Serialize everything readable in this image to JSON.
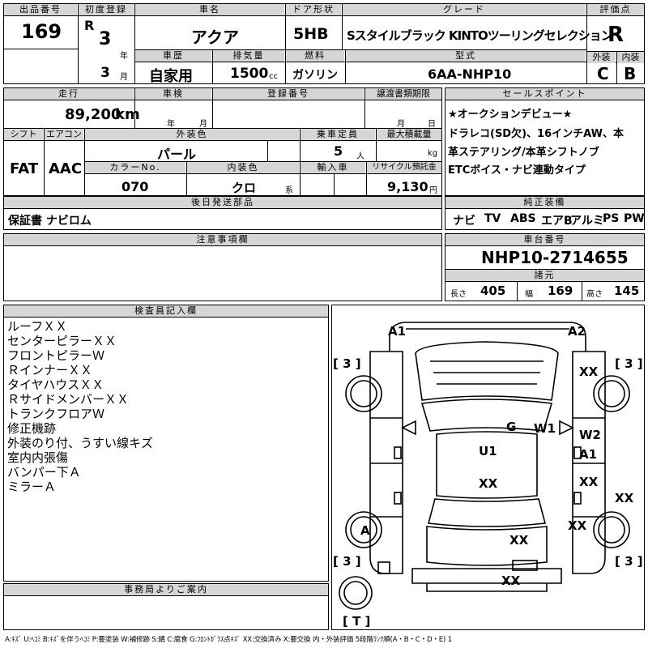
{
  "header": {
    "lot_label": "出品番号",
    "lot_value": "169",
    "first_reg_label": "初度登録",
    "era": "R",
    "year_value": "3",
    "year_unit": "年",
    "month_value": "3",
    "month_unit": "月",
    "car_name_label": "車名",
    "car_name": "アクア",
    "door_label": "ドア形状",
    "door_value": "5HB",
    "grade_label": "グレード",
    "grade_value": "Sスタイルブラック KINTOツーリングセレクション",
    "score_label": "評価点",
    "score_value": "R",
    "history_label": "車歴",
    "history_value": "自家用",
    "displacement_label": "排気量",
    "displacement_value": "1500",
    "displacement_unit": "cc",
    "fuel_label": "燃料",
    "fuel_value": "ガソリン",
    "model_label": "型式",
    "model_value": "6AA-NHP10",
    "ext_label": "外装",
    "ext_value": "C",
    "int_label": "内装",
    "int_value": "B"
  },
  "row2": {
    "mileage_label": "走行",
    "mileage_value": "89,200",
    "mileage_unit": "km",
    "inspection_label": "車検",
    "year_unit": "年",
    "month_unit": "月",
    "reg_no_label": "登録番号",
    "transfer_label": "譲渡書類期限",
    "transfer_month": "月",
    "transfer_day": "日",
    "shift_label": "シフト",
    "shift_value": "FAT",
    "ac_label": "エアコン",
    "ac_value": "AAC",
    "ext_color_label": "外装色",
    "ext_color_value": "パール",
    "capacity_label": "乗車定員",
    "capacity_value": "5",
    "capacity_unit": "人",
    "load_label": "最大積載量",
    "load_unit": "kg",
    "color_no_label": "カラーNo.",
    "color_no_value": "070",
    "int_color_label": "内装色",
    "int_color_value": "クロ",
    "int_color_unit": "系",
    "import_label": "輸入車",
    "recycle_label": "リサイクル預託金",
    "recycle_value": "9,130",
    "recycle_unit": "円"
  },
  "sales": {
    "label": "セールスポイント",
    "lines": [
      "★オークションデビュー★",
      "ドラレコ(SD欠)、16インチAW、本",
      "革ステアリング/本革シフトノブ",
      "ETCボイス・ナビ連動タイプ"
    ]
  },
  "later_parts": {
    "label": "後日発送部品",
    "value": "保証書 ナビロム"
  },
  "equipment": {
    "label": "純正装備",
    "items": [
      "ナビ",
      "TV",
      "ABS",
      "エアB",
      "アルミ",
      "PS",
      "PW"
    ]
  },
  "caution": {
    "label": "注意事項欄"
  },
  "chassis": {
    "label": "車台番号",
    "value": "NHP10-2714655",
    "spec_label": "諸元",
    "length_label": "長さ",
    "length_value": "405",
    "width_label": "幅",
    "width_value": "169",
    "height_label": "高さ",
    "height_value": "145"
  },
  "inspector": {
    "label": "検査員記入欄",
    "lines": [
      "ルーフＸＸ",
      "センターピラーＸＸ",
      "フロントピラーＷ",
      "ＲインナーＸＸ",
      "タイヤハウスＸＸ",
      "ＲサイドメンバーＸＸ",
      "トランクフロアＷ",
      "修正機跡",
      "外装のり付、うすい線キズ",
      "室内内張傷",
      "バンパー下Ａ",
      "ミラーＡ"
    ]
  },
  "office": {
    "label": "事務局よりご案内"
  },
  "diagram": {
    "marks": {
      "a1": "A1",
      "a2": "A2",
      "tread_fl": "[ 3 ]",
      "tread_fr": "[ 3 ]",
      "tread_rl": "[ 3 ]",
      "tread_rr": "[ 3 ]",
      "spare": "[ T ]",
      "fr_fender": "XX",
      "g": "G",
      "w1": "W1",
      "w2": "W2",
      "a1_door": "A1",
      "u1": "U1",
      "roof": "XX",
      "r_door": "XX",
      "rr_side": "XX",
      "rr_fender": "XX",
      "a_wheel": "A",
      "trunk": "XX",
      "rear": "XX"
    }
  },
  "legend": "A:ｷｽﾞ U:ﾍｺﾐ B:ｷｽﾞを伴うﾍｺﾐ P:要塗装 W:補修跡 S:錆 C:腐食 G:ﾌﾛﾝﾄｶﾞﾗｽ点ｷｽﾞ XX:交換済み X:要交換 内・外装評価 5段階ﾗﾝｸ順(A・B・C・D・E) 1"
}
